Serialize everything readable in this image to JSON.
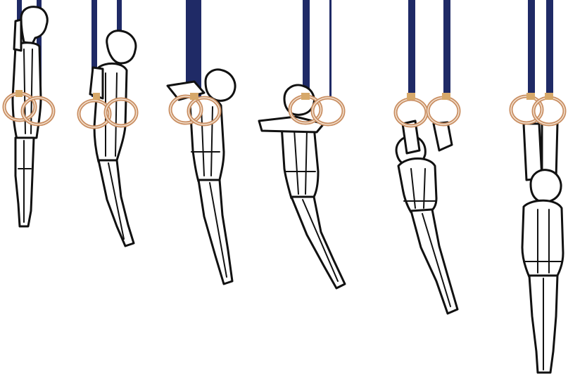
{
  "figure": {
    "description_visible_text": "",
    "stage_count": 6
  },
  "colors": {
    "strap": "#1f2a66",
    "ring": "#c98e62",
    "buckle": "#d6a86a",
    "outline": "#111111",
    "background": "#ffffff"
  },
  "stages": [
    {
      "id": 1,
      "phase": "hang"
    },
    {
      "id": 2,
      "phase": "swing-back"
    },
    {
      "id": 3,
      "phase": "lean-forward"
    },
    {
      "id": 4,
      "phase": "forward-swing"
    },
    {
      "id": 5,
      "phase": "inverted-transition"
    },
    {
      "id": 6,
      "phase": "inverted-hang"
    }
  ]
}
